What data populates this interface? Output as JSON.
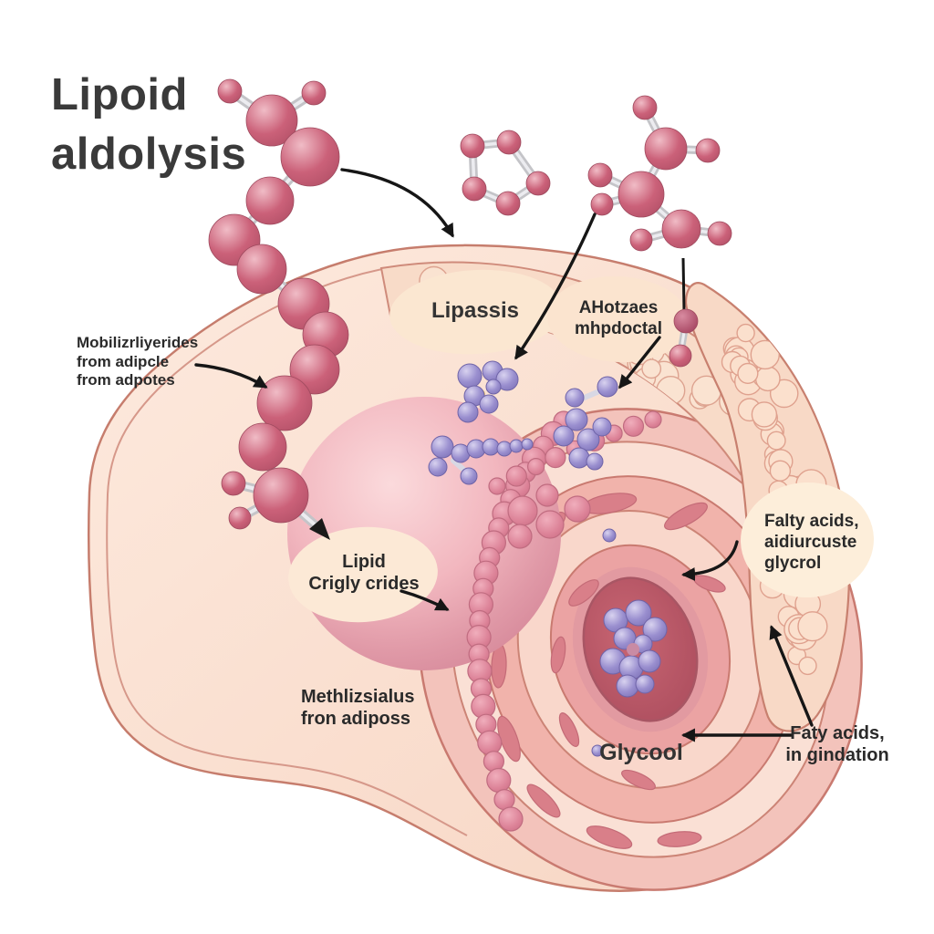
{
  "title": {
    "line1": "Lipoid",
    "line2": "aldolysis"
  },
  "labels": {
    "mobilize": {
      "line1": "Mobilizrliyerides",
      "line2": "from adipcle",
      "line3": "from adpotes"
    },
    "lipases": {
      "text": "Lipassis"
    },
    "hormones": {
      "line1": "AHotzaes",
      "line2": "mhpdoctal"
    },
    "lipid_triglycerides": {
      "line1": "Lipid",
      "line2": "Crigly crides"
    },
    "fatty_acids_glycerol": {
      "line1": "Falty acids,",
      "line2": "aidiurcuste",
      "line3": "glycrol"
    },
    "metabolism": {
      "line1": "Methlizsialus",
      "line2": "fron adiposs"
    },
    "glycerol": {
      "text": "Glycool"
    },
    "fatty_acids_circulation": {
      "line1": "Faty acids,",
      "line2": "in gindation"
    }
  },
  "palette": {
    "background": "#ffffff",
    "cell_body": "#f9dcca",
    "cell_outline": "#c67d6d",
    "vesicle_fill": "#fae3d1",
    "vesicle_outline": "#dda390",
    "lipid_droplet": "#e8a4b0",
    "ring_light": "#fadfd4",
    "ring_dark": "#f1b3ab",
    "core_dark": "#b25060",
    "molecule_pink": "#c75d74",
    "molecule_purple": "#9a8fcf",
    "bead_pink": "#dd8499",
    "label_bubble": "#fbe7d1",
    "arrow": "#161616",
    "text": "#2a2a2a"
  }
}
